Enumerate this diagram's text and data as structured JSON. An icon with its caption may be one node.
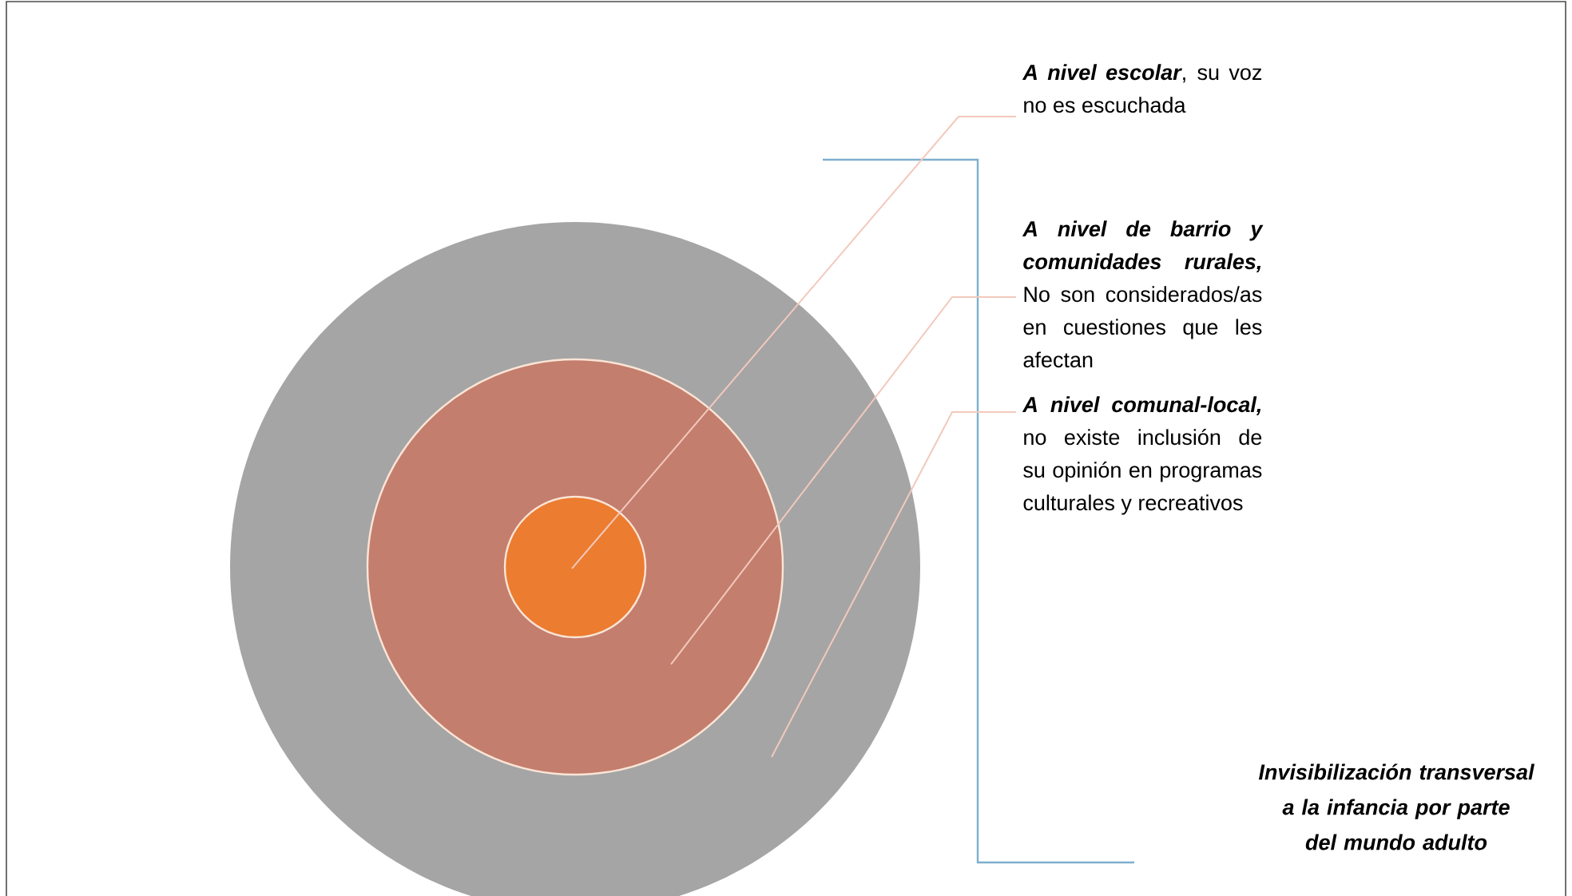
{
  "diagram": {
    "nodes": [
      {
        "text": [],
        "shape": "circle"
      },
      {
        "text": [],
        "shape": "circle",
        "in": 0
      },
      {
        "text": [],
        "shape": "circle",
        "in": 1
      },
      {
        "text": [
          "**A nivel escolar**, su voz no es escuchada"
        ]
      },
      {
        "text": [
          "**A nivel de barrio y comunidades rurales,** No son considerados/as en cuestiones que les afectan"
        ]
      },
      {
        "text": [
          "**A nivel comunal-local,** no existe inclusión de su opinión en programas culturales y recreativos"
        ]
      }
    ],
    "edges": [
      {
        "from": 3,
        "to": 2,
        "arrow": "none"
      },
      {
        "from": 4,
        "to": 1,
        "arrow": "none"
      },
      {
        "from": 5,
        "to": 0,
        "arrow": "none"
      }
    ],
    "labels": [
      "Invisibilización transversal a la infancia por parte del mundo adulto"
    ]
  }
}
